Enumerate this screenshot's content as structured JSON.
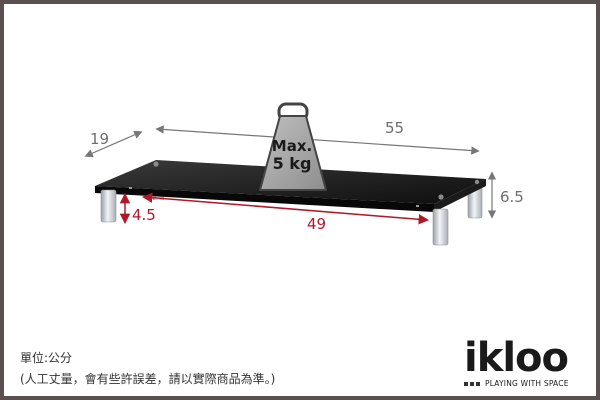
{
  "dimensions": {
    "depth": "19",
    "width": "55",
    "height": "6.5",
    "leg_height": "4.5",
    "leg_span": "49"
  },
  "weight_badge": {
    "line1": "Max.",
    "line2": "5 kg"
  },
  "unit_note": {
    "unit_label": "單位:公分",
    "disclaimer": "(人工丈量，會有些許誤差，請以實際商品為準。)"
  },
  "brand": {
    "name": "ikloo",
    "tagline": "PLAYING WITH SPACE"
  },
  "colors": {
    "frame_border": "#5a5050",
    "dimension_gray": "#6f6f6f",
    "dimension_red": "#b0182a",
    "weight_badge_fill": "#a5a5a5"
  },
  "icons": {
    "weight": "weight-icon",
    "brand_squares": "square-bullet-icon"
  }
}
